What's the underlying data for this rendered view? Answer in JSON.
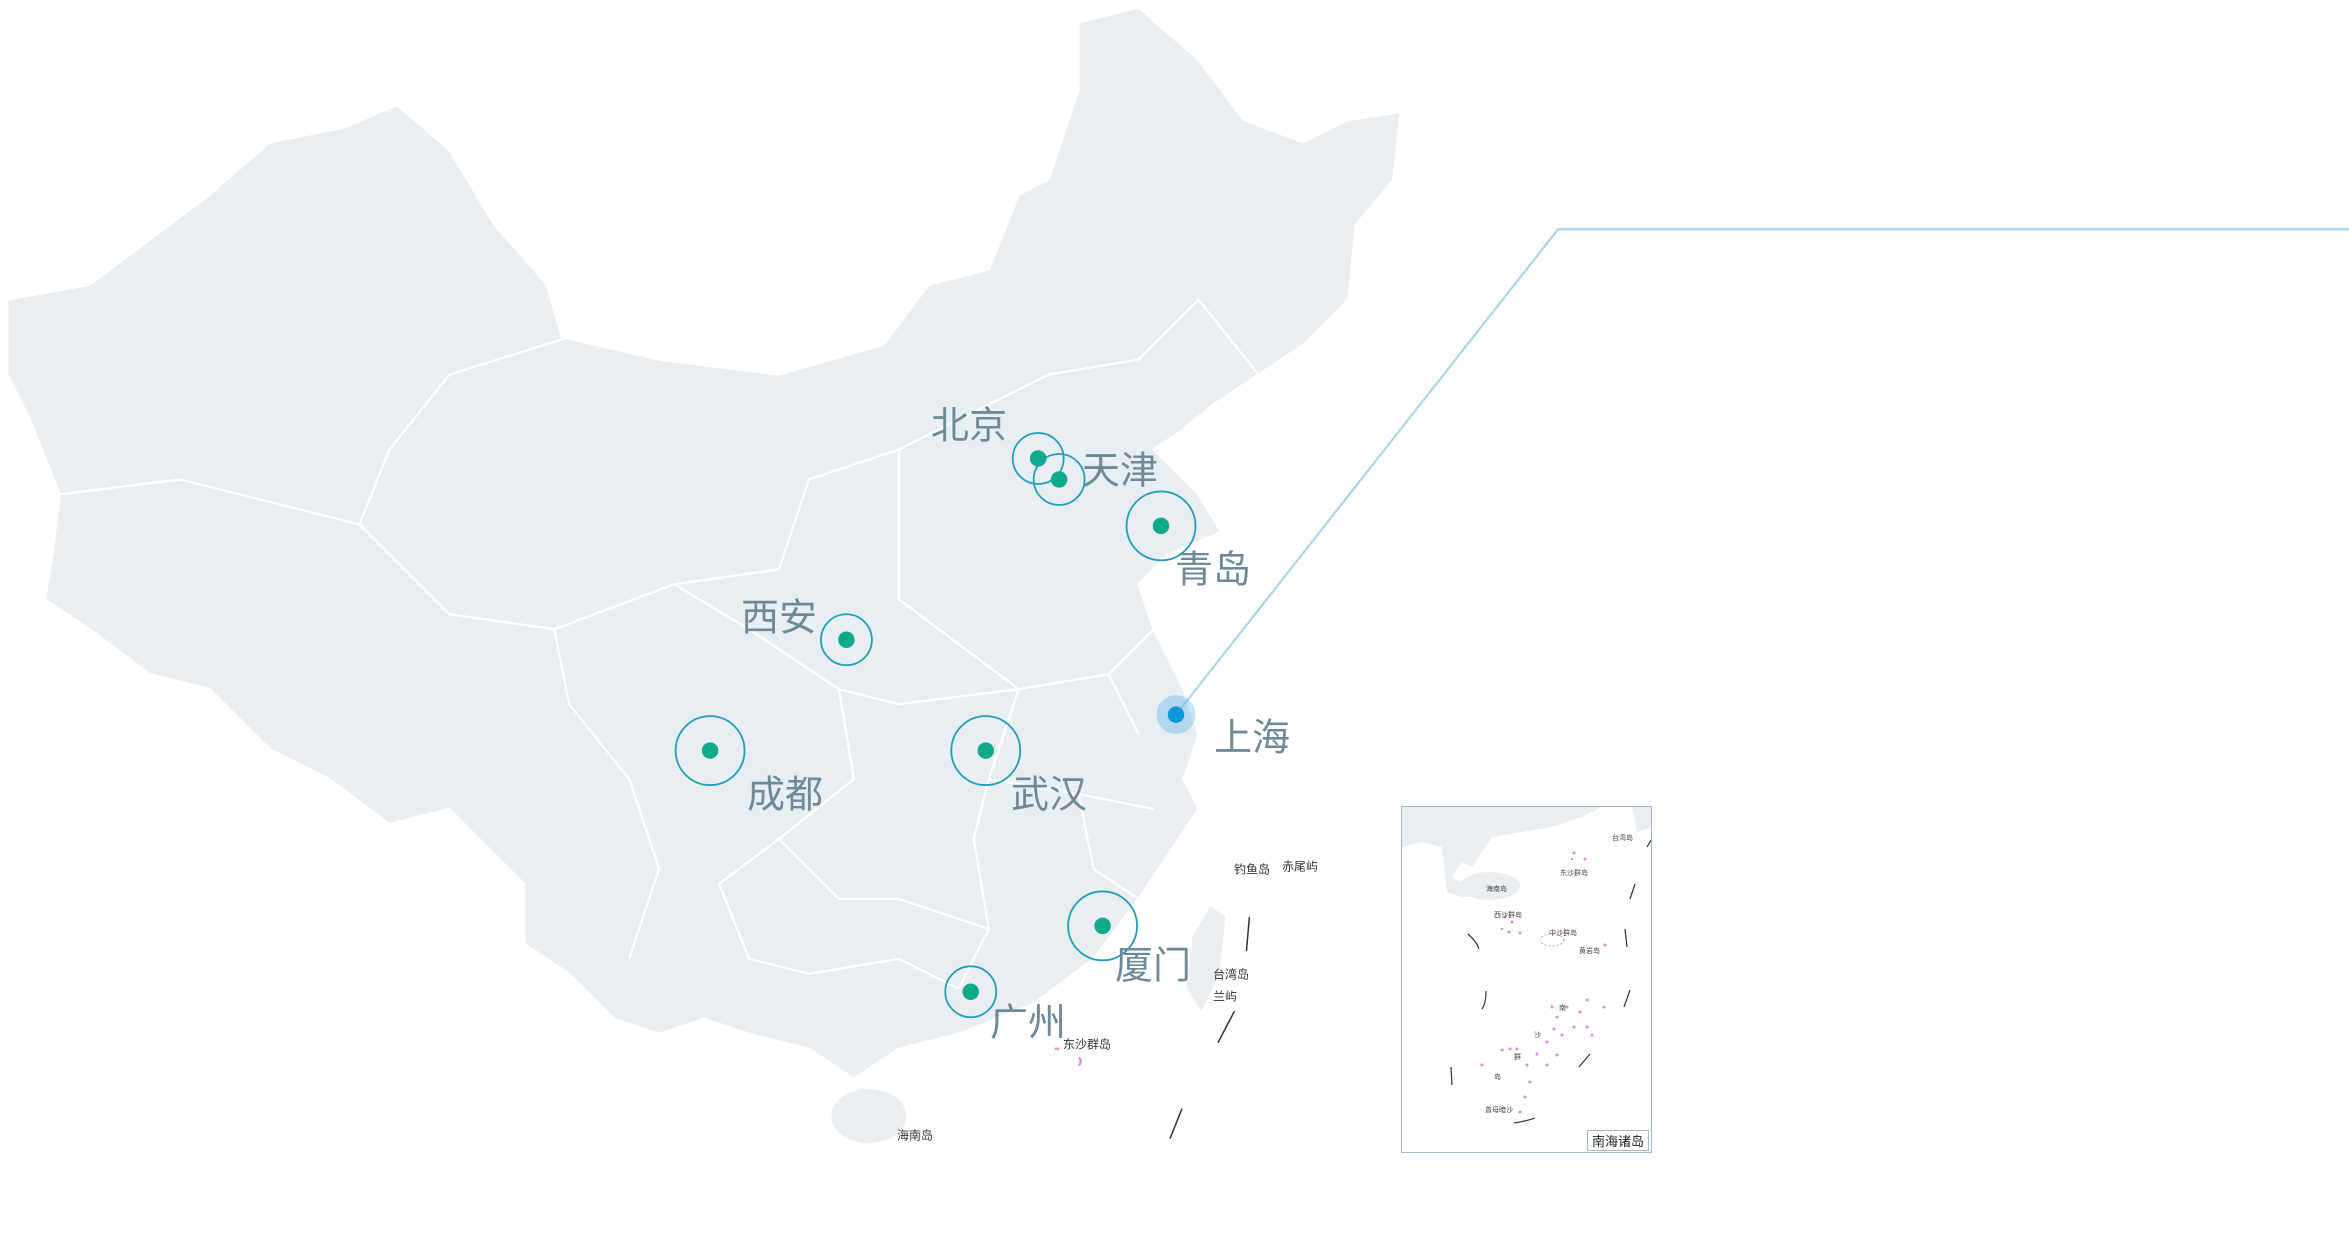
{
  "colors": {
    "land": "#e9eef3",
    "border": "#ffffff",
    "ring": "#1f9fb8",
    "dot": "#0faa8a",
    "highlight": "#1296db",
    "link_line": "#a8d8ea",
    "label": "#6d8a99",
    "islands": "#e08ae6"
  },
  "cities": [
    {
      "name": "北京",
      "highlight": false
    },
    {
      "name": "天津",
      "highlight": false
    },
    {
      "name": "青岛",
      "highlight": false
    },
    {
      "name": "西安",
      "highlight": false
    },
    {
      "name": "成都",
      "highlight": false
    },
    {
      "name": "武汉",
      "highlight": false
    },
    {
      "name": "厦门",
      "highlight": false
    },
    {
      "name": "广州",
      "highlight": false
    },
    {
      "name": "上海",
      "highlight": true
    }
  ],
  "map_labels": [
    "钓鱼岛",
    "赤尾屿",
    "台湾岛",
    "兰屿",
    "东沙群岛",
    "海南岛"
  ],
  "inset": {
    "title": "南海诸岛",
    "labels": [
      "台湾岛",
      "东沙群岛",
      "海南岛",
      "西沙群岛",
      "中沙群岛",
      "黄岩岛",
      "南",
      "沙",
      "群",
      "岛",
      "曾母暗沙"
    ]
  }
}
